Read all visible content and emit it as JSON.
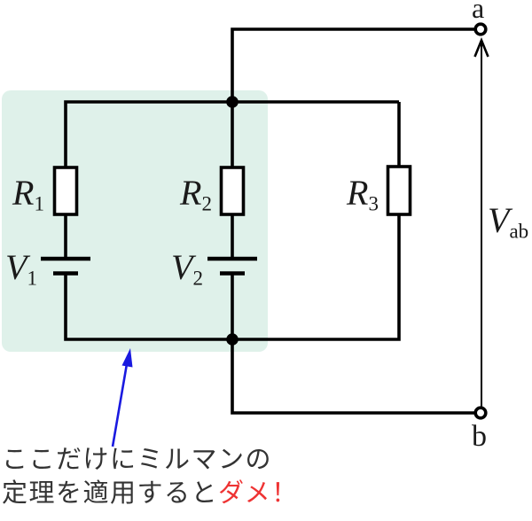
{
  "diagram": {
    "background_color": "#ffffff",
    "wire_color": "#000000",
    "highlight_color": "#dff1ea",
    "terminals": {
      "top": "a",
      "bottom": "b"
    },
    "output_voltage": {
      "base": "V",
      "sub": "ab"
    },
    "branches": [
      {
        "resistor": {
          "base": "R",
          "sub": "1"
        },
        "source": {
          "base": "V",
          "sub": "1"
        }
      },
      {
        "resistor": {
          "base": "R",
          "sub": "2"
        },
        "source": {
          "base": "V",
          "sub": "2"
        }
      },
      {
        "resistor": {
          "base": "R",
          "sub": "3"
        }
      }
    ]
  },
  "annotation": {
    "arrow_color": "#1a1ae0",
    "caption_line1": "ここだけにミルマンの",
    "caption_line2_normal": "定理を適用すると",
    "caption_line2_emphasis": "ダメ！",
    "caption_color": "#333333",
    "emphasis_color": "#ee3333"
  }
}
